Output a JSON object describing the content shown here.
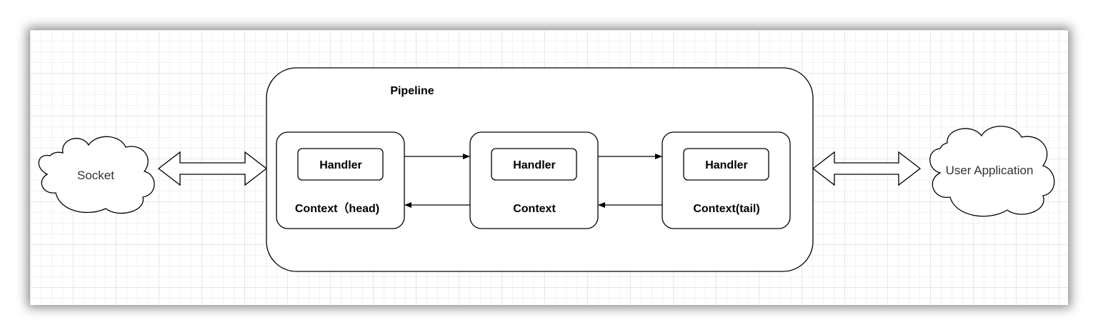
{
  "pipeline": {
    "label": "Pipeline"
  },
  "socket": {
    "label": "Socket"
  },
  "user_app": {
    "label": "User Application"
  },
  "contexts": [
    {
      "handler": "Handler",
      "label": "Context（head)"
    },
    {
      "handler": "Handler",
      "label": "Context"
    },
    {
      "handler": "Handler",
      "label": "Context(tail)"
    }
  ],
  "colors": {
    "stroke": "#000000",
    "fill": "#ffffff",
    "grid": "#e6e6e6"
  }
}
